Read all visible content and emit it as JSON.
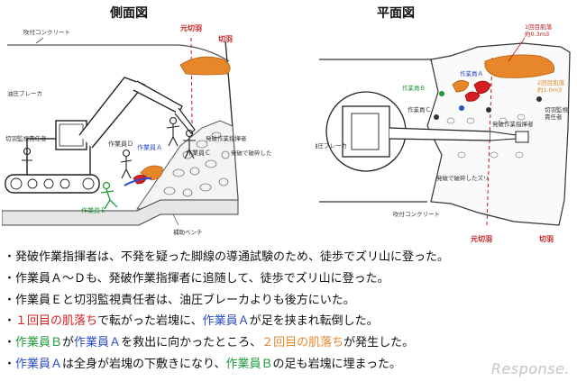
{
  "side_view": {
    "title": "側面図",
    "labels": {
      "sprayed_concrete": "吹付コンクリート",
      "original_face": "元切羽",
      "face": "切羽",
      "breaker": "油圧ブレーカ",
      "worker_a": "作業員Ａ",
      "worker_c": "作業員Ｃ",
      "worker_d": "作業員Ｄ",
      "worker_e": "作業員Ｅ",
      "blast_leader": "発破作業指揮者",
      "face_supervisor": "切羽監視責任者",
      "rubble": "発破で破砕したズリ",
      "bench": "補助ベンチ"
    }
  },
  "plan_view": {
    "title": "平面図",
    "labels": {
      "first_fall": "1回目肌落\n約0.3m3",
      "second_fall": "2回目肌落\n約1.0m3",
      "worker_b": "作業員Ｂ",
      "worker_a": "作業員Ａ",
      "worker_c": "作業員Ｃ",
      "breaker": "油圧ブレーカ",
      "blast_leader": "発破作業指揮者",
      "face_supervisor": "切羽監視\n責任者",
      "rubble": "発破で破砕したズリ",
      "sprayed_concrete": "吹付コンクリート",
      "original_face": "元切羽",
      "face": "切羽"
    }
  },
  "bullets": [
    {
      "segments": [
        {
          "text": "・発破作業指揮者は、不発を疑った脚線の導通試験のため、徒歩でズリ山に登った。",
          "color": "#111111"
        }
      ]
    },
    {
      "segments": [
        {
          "text": "・作業員Ａ～Ｄも、発破作業指揮者に追随して、徒歩でズリ山に登った。",
          "color": "#111111"
        }
      ]
    },
    {
      "segments": [
        {
          "text": "・作業員Ｅと切羽監視責任者は、油圧ブレーカよりも後方にいた。",
          "color": "#111111"
        }
      ]
    },
    {
      "segments": [
        {
          "text": "・",
          "color": "#111111"
        },
        {
          "text": "１回目の肌落ち",
          "color": "#d62020"
        },
        {
          "text": "で転がった岩塊に、",
          "color": "#111111"
        },
        {
          "text": "作業員Ａ",
          "color": "#2a4cc8"
        },
        {
          "text": "が足を挟まれ転倒した。",
          "color": "#111111"
        }
      ]
    },
    {
      "segments": [
        {
          "text": "・",
          "color": "#111111"
        },
        {
          "text": "作業員Ｂ",
          "color": "#1e9a3a"
        },
        {
          "text": "が",
          "color": "#111111"
        },
        {
          "text": "作業員Ａ",
          "color": "#2a4cc8"
        },
        {
          "text": "を救出に向かったところ、",
          "color": "#111111"
        },
        {
          "text": "２回目の肌落ち",
          "color": "#e8862a"
        },
        {
          "text": "が発生した。",
          "color": "#111111"
        }
      ]
    },
    {
      "segments": [
        {
          "text": "・",
          "color": "#111111"
        },
        {
          "text": "作業員Ａ",
          "color": "#2a4cc8"
        },
        {
          "text": "は全身が岩塊の下敷きになり、",
          "color": "#111111"
        },
        {
          "text": "作業員Ｂ",
          "color": "#1e9a3a"
        },
        {
          "text": "の足も岩塊に埋まった。",
          "color": "#111111"
        }
      ]
    }
  ],
  "watermark": "Response.",
  "colors": {
    "rock_orange": "#e8862a",
    "rock_red": "#d62020",
    "worker_blue": "#2a4cc8",
    "worker_green": "#1e9a3a",
    "face_red": "#c41818"
  }
}
